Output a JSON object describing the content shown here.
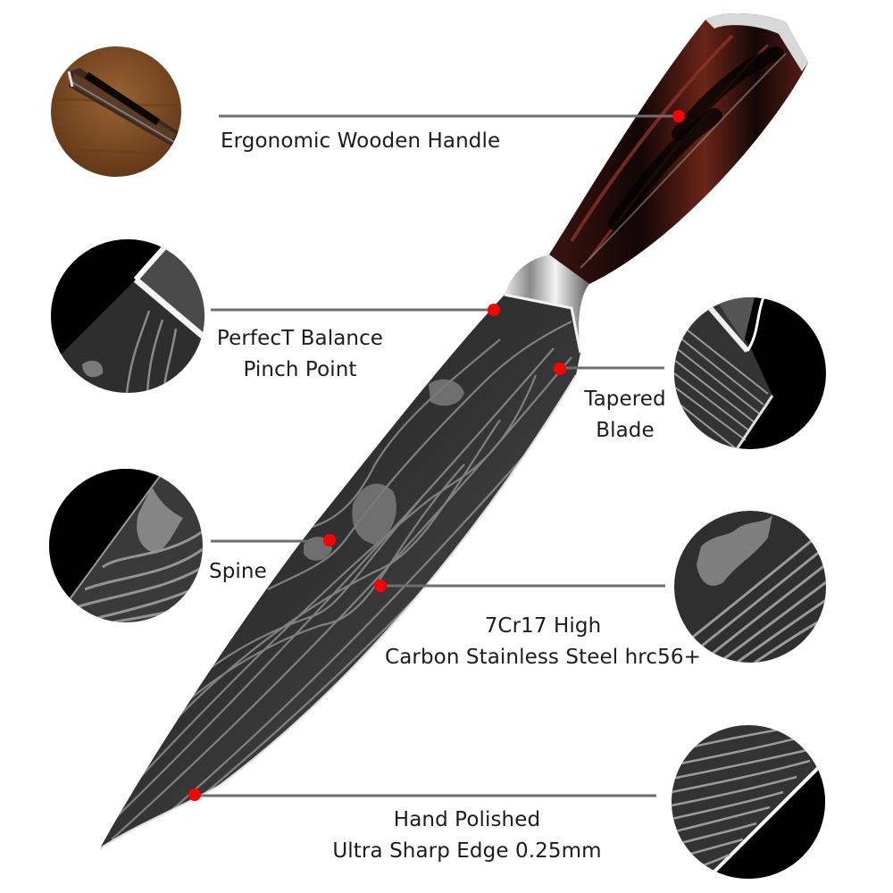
{
  "callouts": [
    {
      "id": "handle",
      "lines": [
        "Ergonomic Wooden Handle"
      ]
    },
    {
      "id": "balance",
      "lines": [
        "PerfecT Balance",
        "Pinch Point"
      ]
    },
    {
      "id": "tapered",
      "lines": [
        "Tapered",
        "Blade"
      ]
    },
    {
      "id": "spine",
      "lines": [
        "Spine"
      ]
    },
    {
      "id": "steel",
      "lines": [
        "7Cr17 High",
        "Carbon Stainless Steel hrc56+"
      ]
    },
    {
      "id": "edge",
      "lines": [
        "Hand Polished",
        "Ultra Sharp Edge 0.25mm"
      ]
    }
  ],
  "colors": {
    "marker": "#ff0000",
    "leader_line": "#6e6e6e",
    "blade_dark": "#2b2b2b",
    "blade_pattern": "#8e8e8e",
    "handle_dark": "#1a0c0a",
    "handle_red": "#7a2a20",
    "bolster": "#c8c8c8",
    "wood_bg": "#7a4a22"
  },
  "icons": {
    "marker": "red-dot-marker",
    "detail_inset": "circular-zoom-inset"
  }
}
